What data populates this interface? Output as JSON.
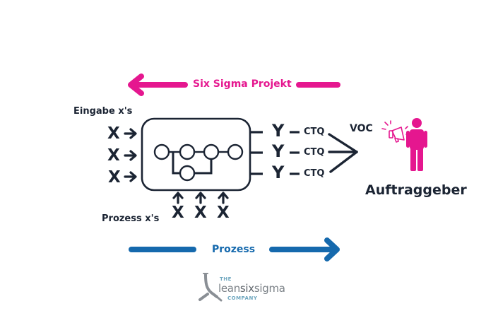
{
  "colors": {
    "project": "#e5178f",
    "process": "#1569ad",
    "dark": "#1b2433",
    "logo_grey": "#8a8f95",
    "logo_blue": "#6fa7bf"
  },
  "top_arrow": {
    "label": "Six Sigma Projekt",
    "direction": "left"
  },
  "bottom_arrow": {
    "label": "Prozess",
    "direction": "right"
  },
  "inputs": {
    "title": "Eingabe x's",
    "items": [
      "X",
      "X",
      "X"
    ]
  },
  "process_inputs": {
    "title": "Prozess x's",
    "items": [
      "X",
      "X",
      "X"
    ]
  },
  "outputs": [
    {
      "y": "Y",
      "ctq": "CTQ"
    },
    {
      "y": "Y",
      "ctq": "CTQ"
    },
    {
      "y": "Y",
      "ctq": "CTQ"
    }
  ],
  "voc": {
    "label": "VOC",
    "icon": "megaphone-icon"
  },
  "customer": {
    "label": "Auftraggeber",
    "icon": "person-icon"
  },
  "process_box": {
    "icon": "process-flow-icon",
    "nodes": 5
  },
  "logo": {
    "the": "THE",
    "main_lean": "lean",
    "main_six": "six",
    "main_sigma": "sigma",
    "company": "COMPANY"
  }
}
